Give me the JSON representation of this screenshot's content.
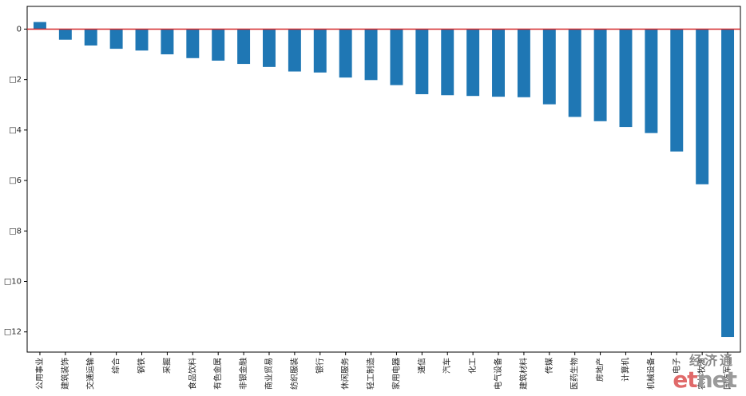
{
  "chart_data": {
    "type": "bar",
    "categories": [
      "公用事业",
      "建筑装饰",
      "交通运输",
      "综合",
      "钢铁",
      "采掘",
      "食品饮料",
      "有色金属",
      "非银金融",
      "商业贸易",
      "纺织服装",
      "银行",
      "休闲服务",
      "轻工制造",
      "家用电器",
      "通信",
      "汽车",
      "化工",
      "电气设备",
      "建筑材料",
      "传媒",
      "医药生物",
      "房地产",
      "计算机",
      "机械设备",
      "电子",
      "农林牧渔",
      "国防军工"
    ],
    "values": [
      0.28,
      -0.42,
      -0.65,
      -0.78,
      -0.85,
      -1.0,
      -1.15,
      -1.25,
      -1.38,
      -1.5,
      -1.68,
      -1.72,
      -1.92,
      -2.02,
      -2.22,
      -2.58,
      -2.62,
      -2.65,
      -2.68,
      -2.7,
      -2.98,
      -3.48,
      -3.65,
      -3.88,
      -4.12,
      -4.85,
      -6.15,
      -12.2
    ],
    "ylim": [
      -12.8,
      0.9
    ],
    "yticks": [
      0,
      -2,
      -4,
      -6,
      -8,
      -10,
      -12
    ],
    "ytick_labels": [
      "0",
      "□2",
      "□4",
      "□6",
      "□8",
      "□10",
      "□12"
    ],
    "reference_line": 0,
    "title": "",
    "xlabel": "",
    "ylabel": "",
    "grid": false,
    "colors": {
      "bar": "#1f77b4",
      "zero_line": "#d62728",
      "axes": "#000000"
    }
  },
  "watermark": {
    "top_text": "经济通",
    "brand_et": "et",
    "brand_net": "net"
  }
}
